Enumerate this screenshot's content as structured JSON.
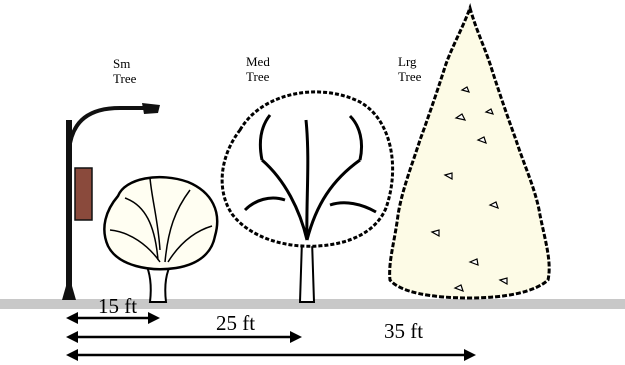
{
  "labels": {
    "small": [
      "Sm",
      "Tree"
    ],
    "medium": [
      "Med",
      "Tree"
    ],
    "large": [
      "Lrg",
      "Tree"
    ]
  },
  "distances": {
    "small": "15 ft",
    "medium": "25 ft",
    "large": "35 ft"
  },
  "colors": {
    "ground": "#c8c8c8",
    "lamp_banner": "#8a4a3c",
    "tree_fill_large": "#fdfbe6",
    "line": "#000000"
  }
}
